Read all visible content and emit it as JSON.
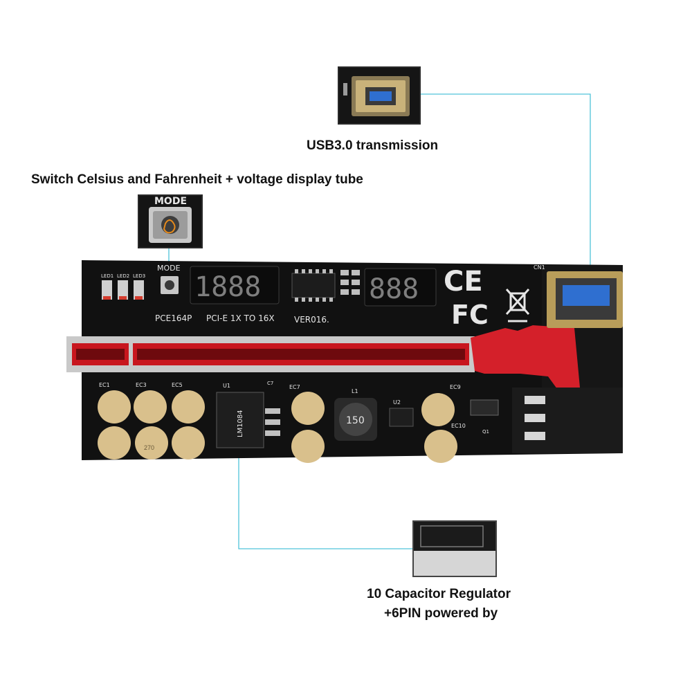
{
  "callouts": {
    "usb": {
      "label": "USB3.0 transmission"
    },
    "mode": {
      "label": "Switch Celsius and Fahrenheit + voltage display tube"
    },
    "power": {
      "line1": "10 Capacitor Regulator",
      "line2": "+6PIN powered by"
    }
  },
  "board": {
    "mode_label": "MODE",
    "inset_mode_label": "MODE",
    "model": "PCE164P",
    "spec": "PCI-E 1X TO 16X",
    "version": "VER016.",
    "display_left": "1888",
    "display_right": "888",
    "cert_ce": "CE",
    "cert_fc": "FC",
    "connector": "CN1",
    "led_labels": [
      "LED1",
      "LED2",
      "LED3"
    ],
    "regulator_chip": "LM1084",
    "inductor_value": "150",
    "cap_labels": [
      "EC1",
      "EC3",
      "EC5",
      "EC7",
      "EC9",
      "EC10"
    ],
    "cap_marking": "270",
    "ref_labels": [
      "U1",
      "U2",
      "L1",
      "C7",
      "Q1"
    ]
  },
  "colors": {
    "board": "#111111",
    "slot_red": "#c8161e",
    "capacitor": "#d9c08c",
    "callout_line": "#4fc3d9",
    "caption": "#111111"
  }
}
